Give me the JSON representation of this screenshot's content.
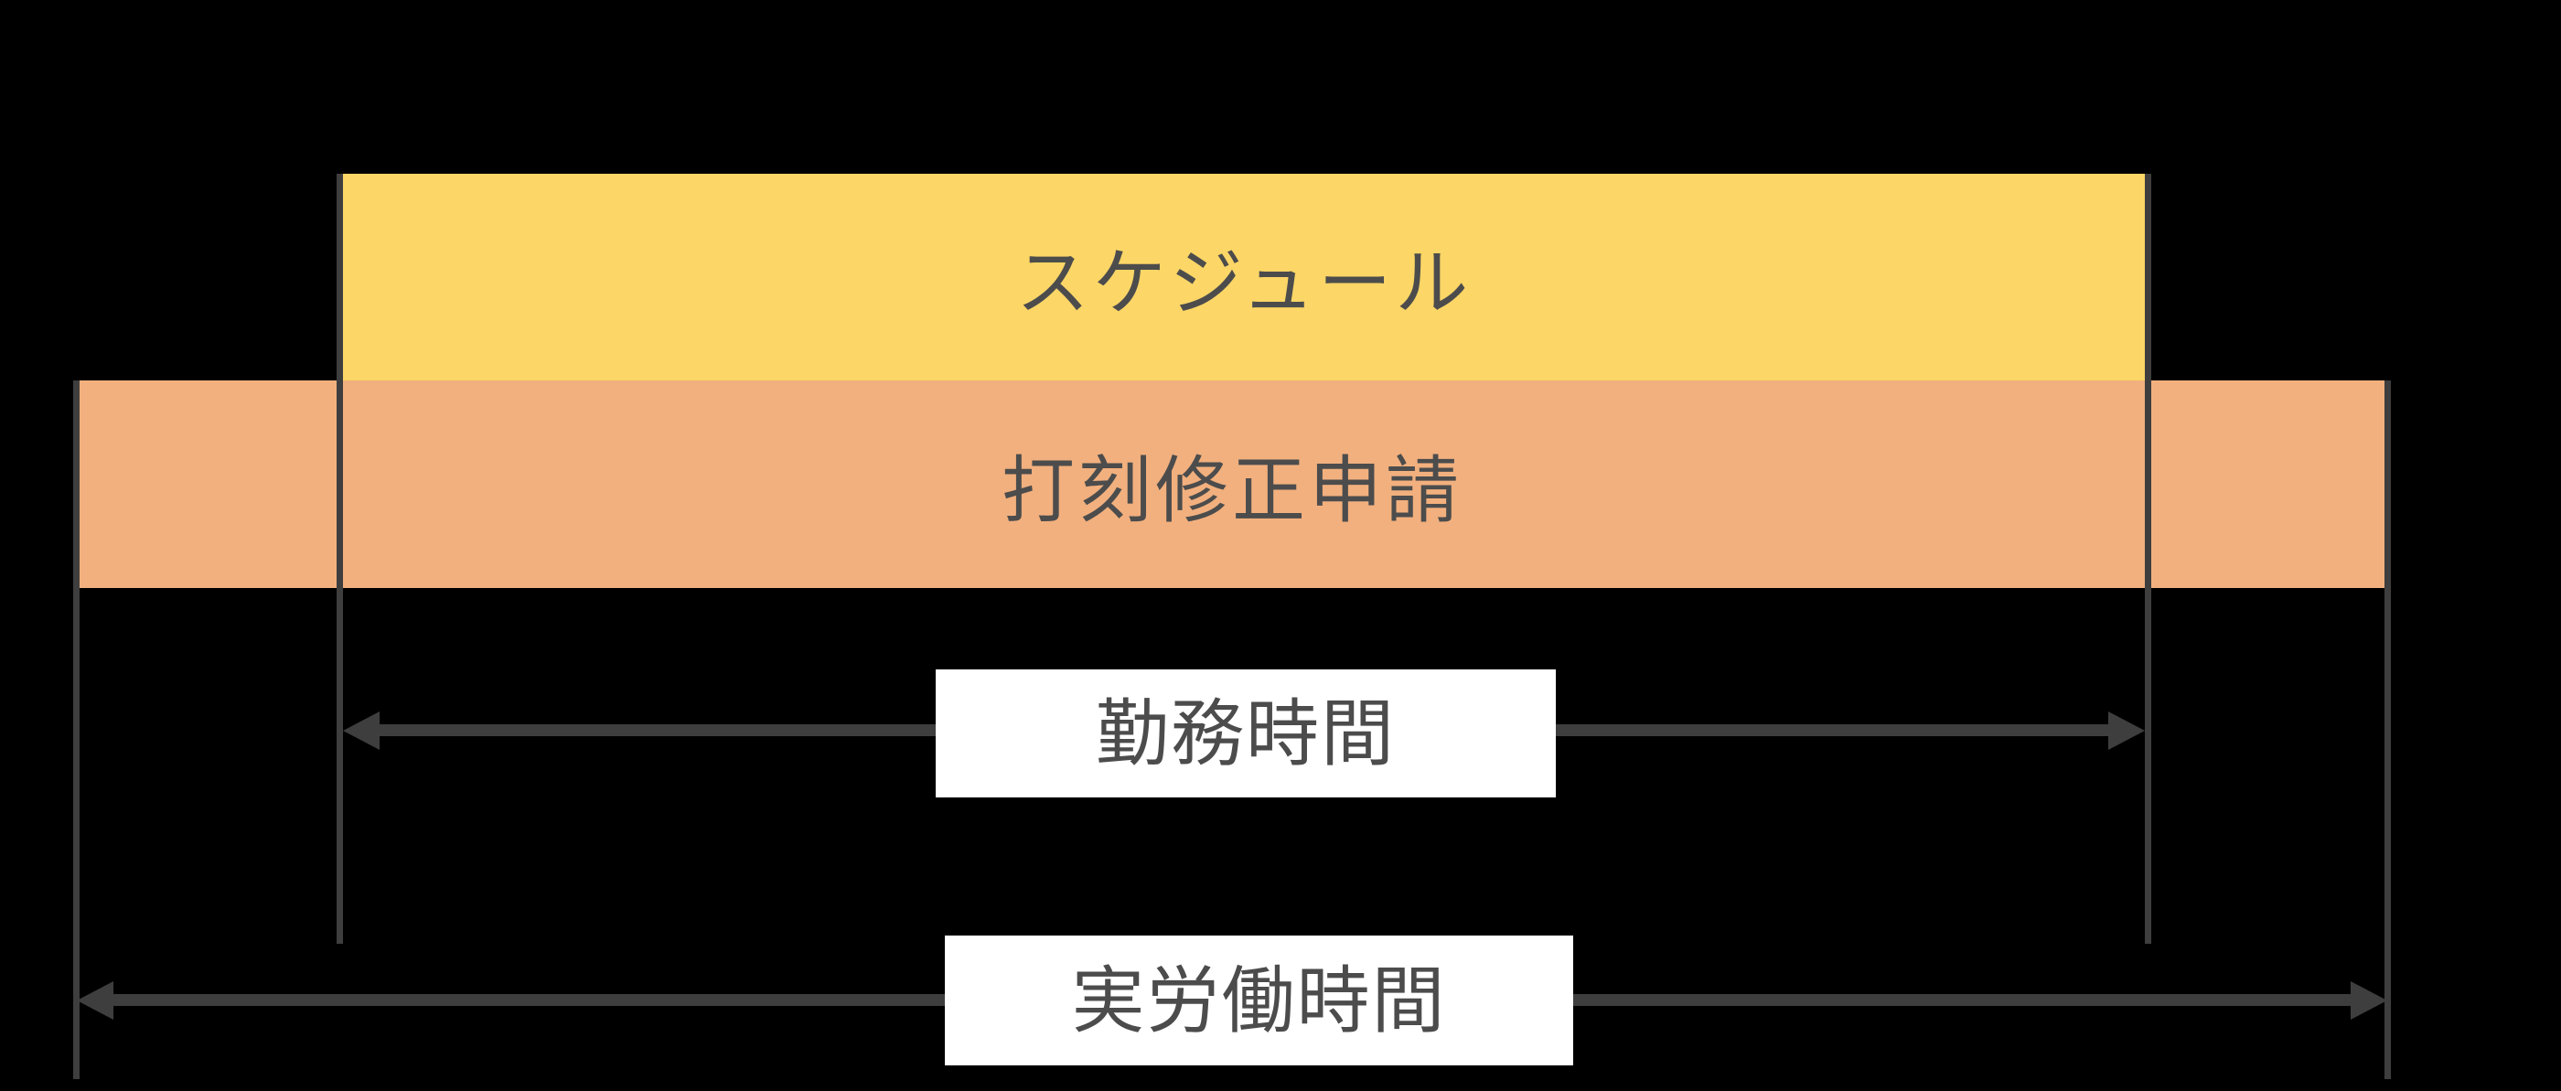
{
  "diagram": {
    "title": "attendance-time-relationship-diagram",
    "bars": [
      {
        "id": "schedule",
        "label": "スケジュール",
        "color": "#FCD666"
      },
      {
        "id": "correction",
        "label": "打刻修正申請",
        "color": "#F2B07E"
      }
    ],
    "arrows": [
      {
        "id": "work-hours",
        "label": "勤務時間"
      },
      {
        "id": "actual-work-hours",
        "label": "実労働時間"
      }
    ],
    "colors": {
      "background": "#000000",
      "line": "#3E3E3E",
      "text": "#4C4C4C",
      "label_box": "#FFFFFF",
      "schedule_bar": "#FCD666",
      "correction_bar": "#F2B07E"
    }
  }
}
